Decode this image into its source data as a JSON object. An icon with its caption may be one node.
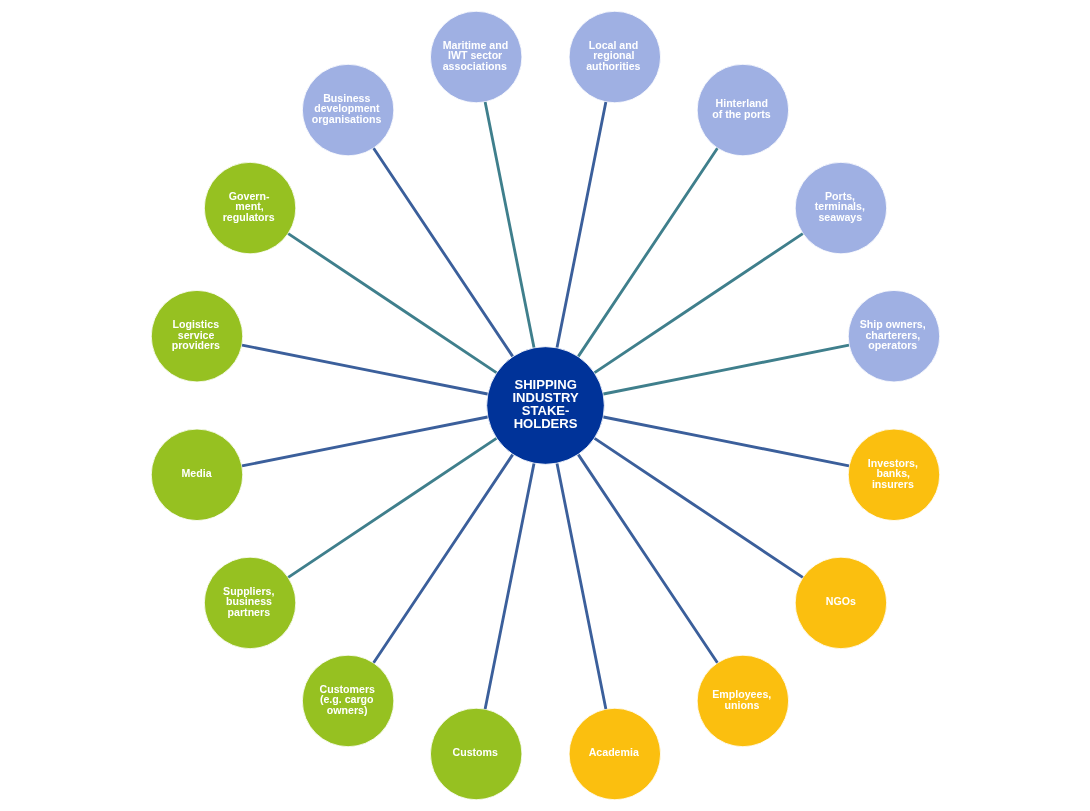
{
  "diagram": {
    "nodes": [
      {
        "text": [
          "SHIPPING INDUSTRY STAKE- HOLDERS"
        ]
      },
      {
        "text": [
          "Ship owners, charterers, operators"
        ]
      },
      {
        "text": [
          "Ports, terminals, seaways"
        ]
      },
      {
        "text": [
          "Hinterland of the ports"
        ]
      },
      {
        "text": [
          "Local and regional authorities"
        ]
      },
      {
        "text": [
          "Maritime and IWT sector associations"
        ]
      },
      {
        "text": [
          "Business development organisations"
        ]
      },
      {
        "text": [
          "Govern- ment, regulators"
        ]
      },
      {
        "text": [
          "Logistics service providers"
        ]
      },
      {
        "text": [
          "Media"
        ]
      },
      {
        "text": [
          "Suppliers, business partners"
        ]
      },
      {
        "text": [
          "Customers (e.g. cargo owners)"
        ]
      },
      {
        "text": [
          "Customs"
        ]
      },
      {
        "text": [
          "Academia"
        ]
      },
      {
        "text": [
          "Employees, unions"
        ]
      },
      {
        "text": [
          "NGOs"
        ]
      },
      {
        "text": [
          "Investors, banks, insurers"
        ]
      }
    ],
    "edges": [
      {
        "from": 0,
        "to": 1,
        "arrow": "none",
        "color": "#3f7f8c"
      },
      {
        "from": 0,
        "to": 2,
        "arrow": "none",
        "color": "#3f7f8c"
      },
      {
        "from": 0,
        "to": 3,
        "arrow": "none",
        "color": "#3f7f8c"
      },
      {
        "from": 0,
        "to": 4,
        "arrow": "none"
      },
      {
        "from": 0,
        "to": 5,
        "arrow": "none",
        "color": "#3f7f8c"
      },
      {
        "from": 0,
        "to": 6,
        "arrow": "none"
      },
      {
        "from": 0,
        "to": 7,
        "arrow": "none",
        "color": "#3f7f8c"
      },
      {
        "from": 0,
        "to": 8,
        "arrow": "none"
      },
      {
        "from": 0,
        "to": 9,
        "arrow": "none"
      },
      {
        "from": 0,
        "to": 10,
        "arrow": "none",
        "color": "#3f7f8c"
      },
      {
        "from": 0,
        "to": 11,
        "arrow": "none"
      },
      {
        "from": 0,
        "to": 12,
        "arrow": "none"
      },
      {
        "from": 0,
        "to": 13,
        "arrow": "none"
      },
      {
        "from": 0,
        "to": 14,
        "arrow": "none"
      },
      {
        "from": 0,
        "to": 15,
        "arrow": "none"
      },
      {
        "from": 0,
        "to": 16,
        "arrow": "none"
      }
    ]
  }
}
